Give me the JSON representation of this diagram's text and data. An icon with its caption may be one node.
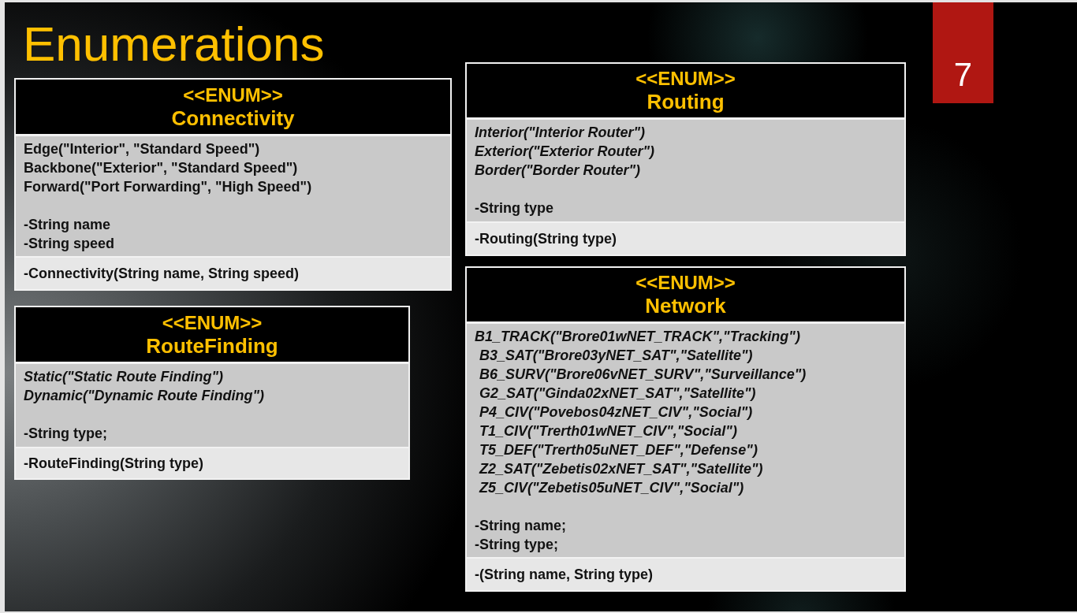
{
  "diagram": {
    "title": "Enumerations",
    "nodes": [
      {
        "text": [
          "<<ENUM>>",
          "Connectivity"
        ]
      },
      {
        "text": [
          "Edge(\"Interior\", \"Standard Speed\")",
          "Backbone(\"Exterior\", \"Standard Speed\")",
          "Forward(\"Port Forwarding\", \"High Speed\")",
          "-String name",
          "-String speed"
        ],
        "in": 0
      },
      {
        "text": [
          "-Connectivity(String name, String speed)"
        ],
        "in": 0
      },
      {
        "text": [
          "<<ENUM>>",
          "Routing"
        ]
      },
      {
        "text": [
          "Interior(\"Interior Router\")",
          "Exterior(\"Exterior Router\")",
          "Border(\"Border Router\")",
          "-String type"
        ],
        "in": 3
      },
      {
        "text": [
          "-Routing(String type)"
        ],
        "in": 3
      },
      {
        "text": [
          "<<ENUM>>",
          "RouteFinding"
        ]
      },
      {
        "text": [
          "Static(\"Static Route Finding\")",
          "Dynamic(\"Dynamic Route Finding\")",
          "-String type;"
        ],
        "in": 6
      },
      {
        "text": [
          "-RouteFinding(String type)"
        ],
        "in": 6
      },
      {
        "text": [
          "<<ENUM>>",
          "Network"
        ]
      },
      {
        "text": [
          "B1_TRACK(\"Brore01wNET_TRACK\",\"Tracking\")",
          "B3_SAT(\"Brore03yNET_SAT\",\"Satellite\")",
          "B6_SURV(\"Brore06vNET_SURV\",\"Surveillance\")",
          "G2_SAT(\"Ginda02xNET_SAT\",\"Satellite\")",
          "P4_CIV(\"Povebos04zNET_CIV\",\"Social\")",
          "T1_CIV(\"Trerth01wNET_CIV\",\"Social\")",
          "T5_DEF(\"Trerth05uNET_DEF\",\"Defense\")",
          "Z2_SAT(\"Zebetis02xNET_SAT\",\"Satellite\")",
          "Z5_CIV(\"Zebetis05uNET_CIV\",\"Social\")",
          "-String name;",
          "-String type;"
        ],
        "in": 9
      },
      {
        "text": [
          "-(String name, String type)"
        ],
        "in": 9
      }
    ],
    "labels": [
      "7"
    ]
  }
}
